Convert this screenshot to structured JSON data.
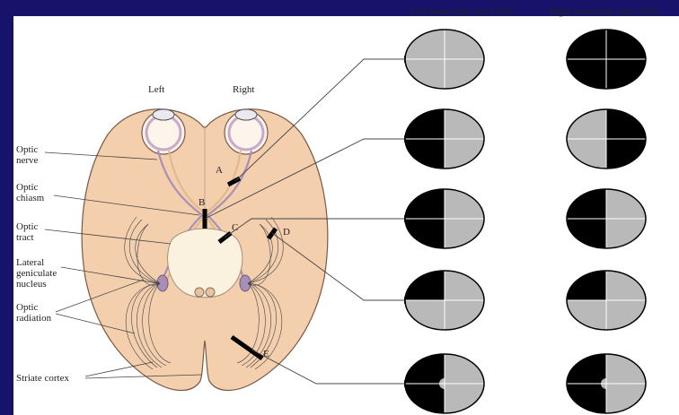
{
  "headers": {
    "left_field": "Left monocular visual field",
    "right_field": "Right monocular visual field"
  },
  "side_labels": {
    "left": "Left",
    "right": "Right"
  },
  "anatomy_labels": {
    "optic_nerve": [
      "Optic",
      "nerve"
    ],
    "optic_chiasm": [
      "Optic",
      "chiasm"
    ],
    "optic_tract": [
      "Optic",
      "tract"
    ],
    "lgn": [
      "Lateral",
      "geniculate",
      "nucleus"
    ],
    "optic_radiation": [
      "Optic",
      "radiation"
    ],
    "striate_cortex": "Striate cortex"
  },
  "lesion_labels": [
    "A",
    "B",
    "C",
    "D",
    "E"
  ],
  "colors": {
    "background": "#17136b",
    "panel": "#ffffff",
    "brain": "#f4cfae",
    "brain_outline": "#7a5a44",
    "blind": "#000000",
    "seen": "#b9b9b9"
  },
  "visual_fields": [
    {
      "lesion": "A",
      "left": [
        0,
        0,
        0,
        0
      ],
      "right": [
        1,
        1,
        1,
        1
      ]
    },
    {
      "lesion": "B",
      "left": [
        1,
        0,
        0,
        1
      ],
      "right": [
        0,
        1,
        1,
        0
      ]
    },
    {
      "lesion": "C",
      "left": [
        1,
        0,
        0,
        1
      ],
      "right": [
        1,
        0,
        0,
        1
      ]
    },
    {
      "lesion": "D",
      "left": [
        1,
        0,
        0,
        0
      ],
      "right": [
        1,
        0,
        0,
        0
      ]
    },
    {
      "lesion": "E",
      "left": [
        1,
        0,
        0,
        1
      ],
      "right": [
        1,
        0,
        0,
        1
      ],
      "macular_sparing": true
    }
  ]
}
